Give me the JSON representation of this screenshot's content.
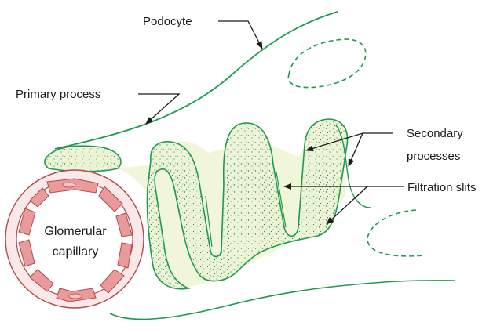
{
  "labels": {
    "podocyte": "Podocyte",
    "primary_process": "Primary process",
    "secondary_processes_line1": "Secondary",
    "secondary_processes_line2": "processes",
    "filtration_slits": "Filtration slits",
    "capillary_line1": "Glomerular",
    "capillary_line2": "capillary"
  },
  "colors": {
    "membrane": "#1e9a52",
    "cytoplasm": "#f1f6d9",
    "capillary_fill": "#e99a9a",
    "capillary_stroke": "#b34a4a",
    "leader": "#1a1a1a"
  }
}
